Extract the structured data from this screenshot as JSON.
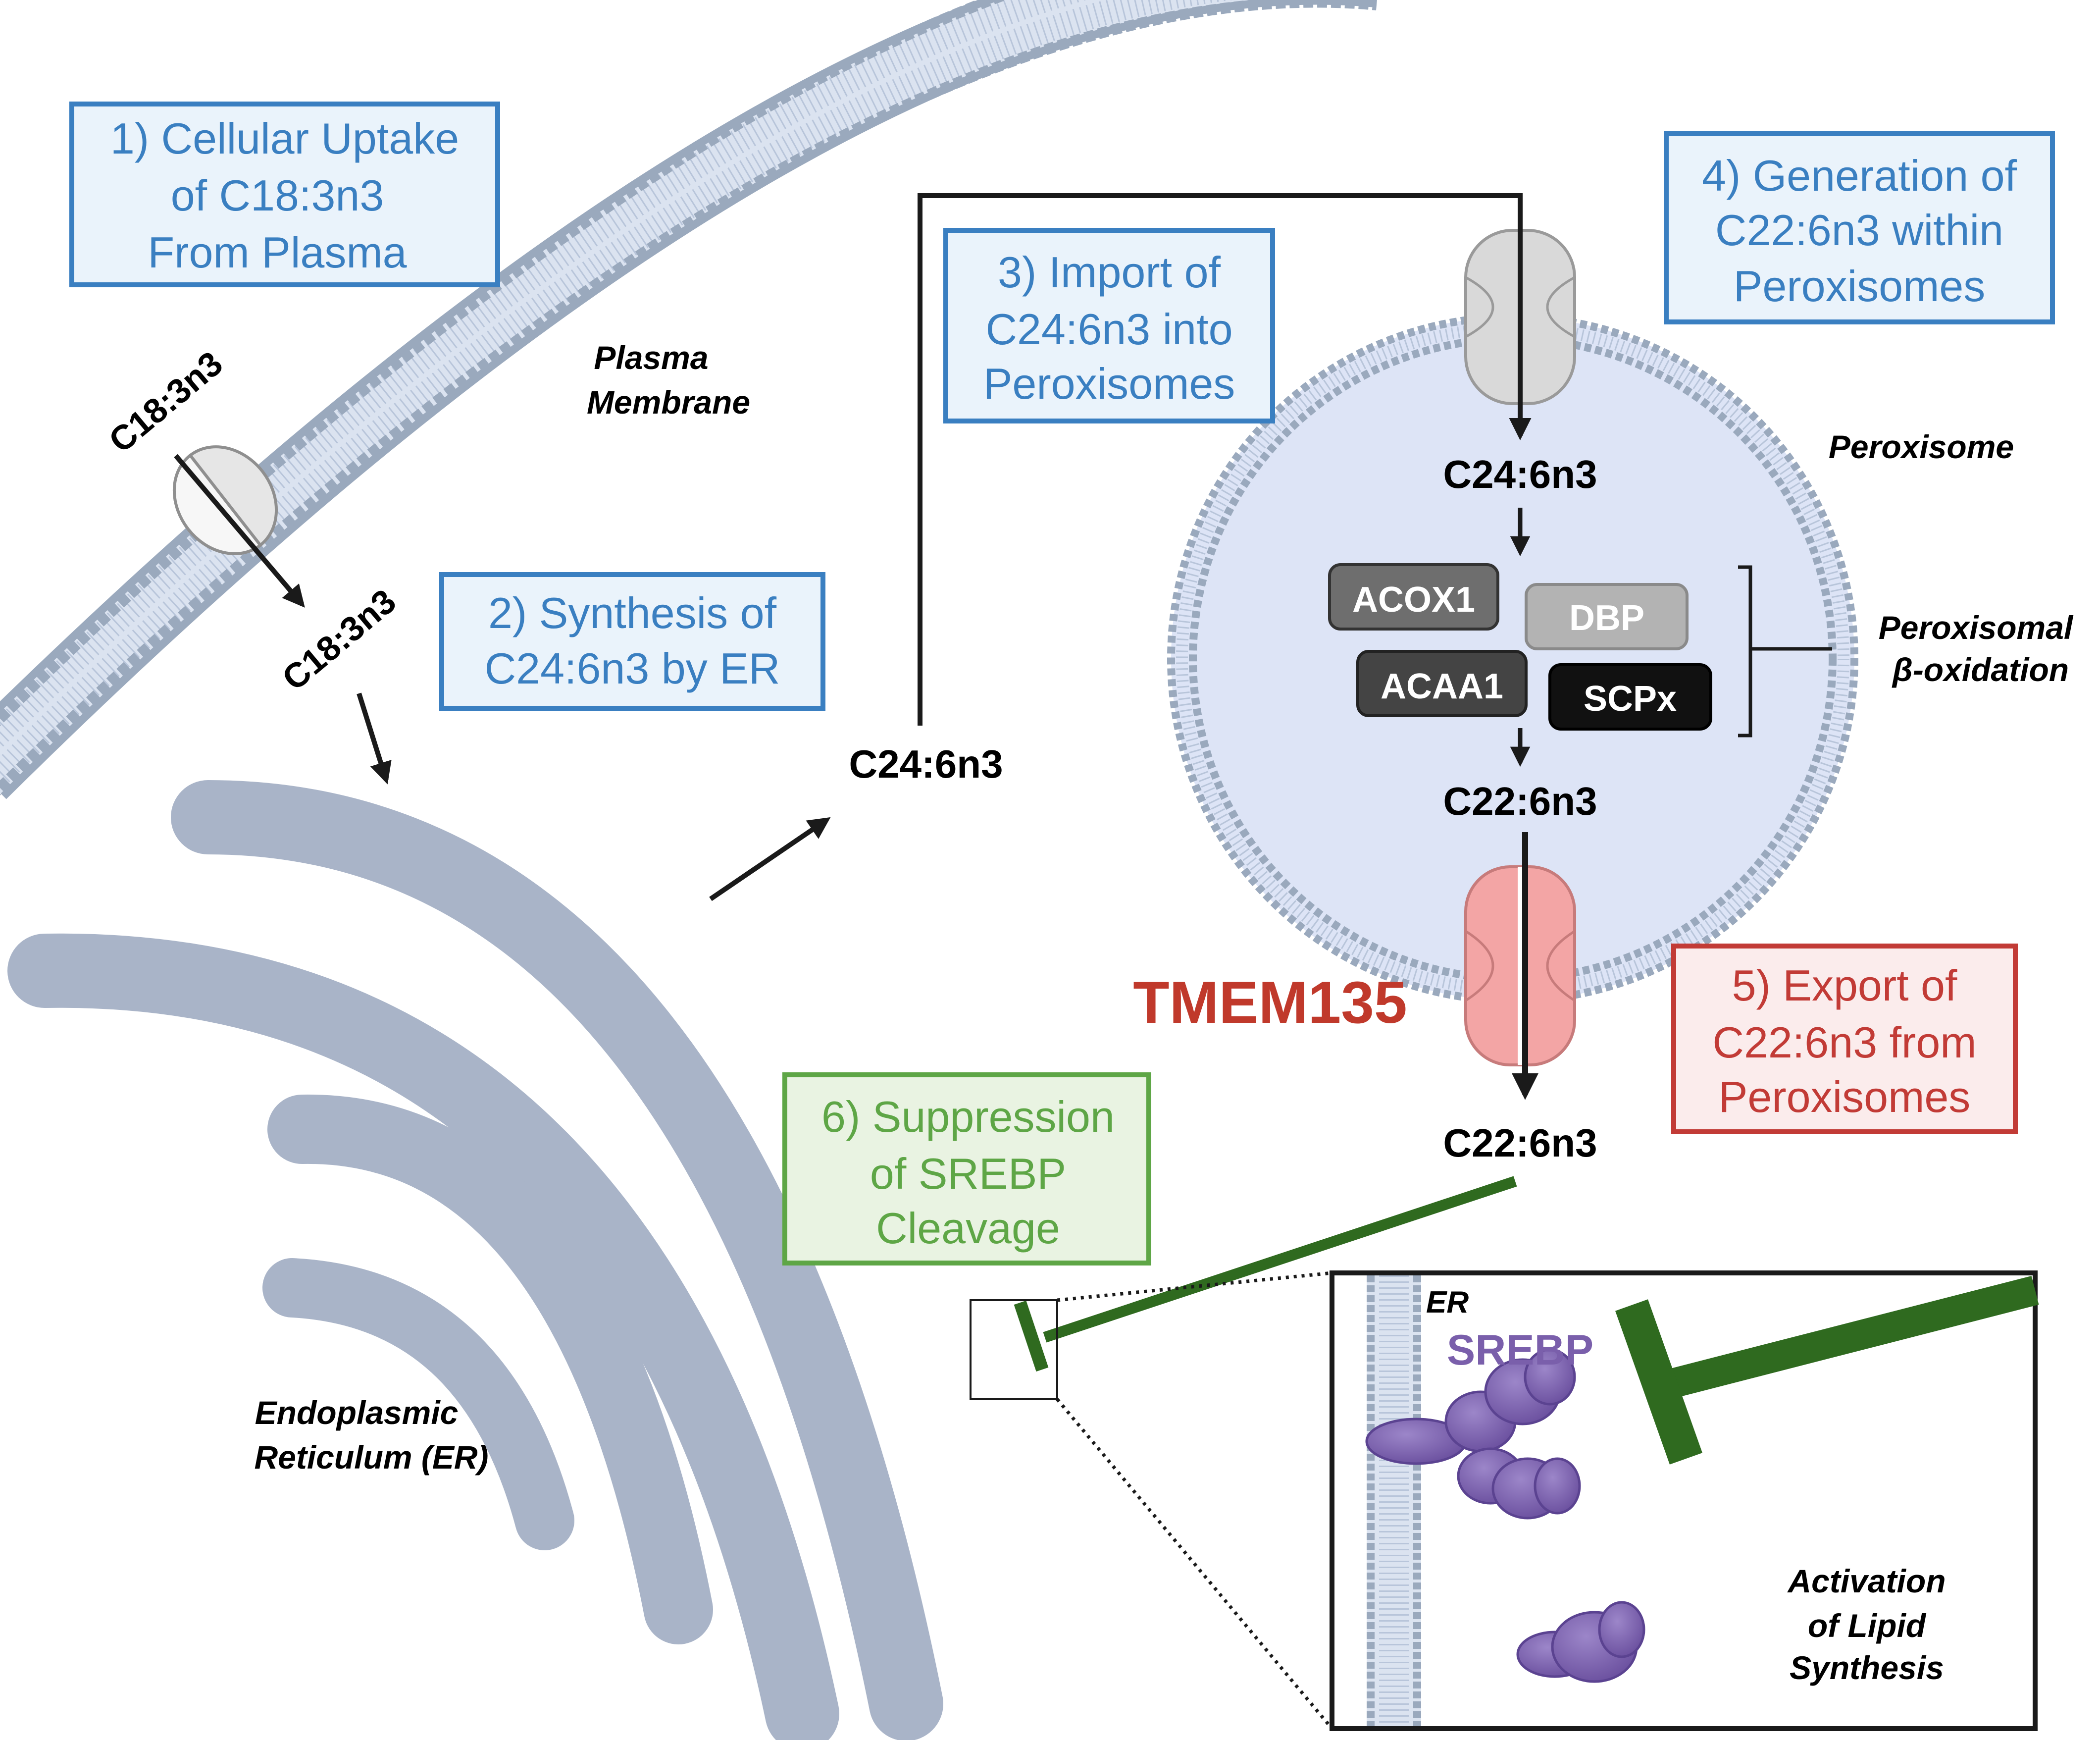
{
  "steps": {
    "s1": [
      "1) Cellular Uptake",
      "of C18:3n3",
      "From Plasma"
    ],
    "s2": [
      "2) Synthesis of",
      "C24:6n3 by ER"
    ],
    "s3": [
      "3) Import of",
      "C24:6n3 into",
      "Peroxisomes"
    ],
    "s4": [
      "4) Generation of",
      "C22:6n3 within",
      "Peroxisomes"
    ],
    "s5": [
      "5) Export of",
      "C22:6n3 from",
      "Peroxisomes"
    ],
    "s6": [
      "6) Suppression",
      "of SREBP",
      "Cleavage"
    ]
  },
  "labels": {
    "plasma_membrane": [
      "Plasma",
      "Membrane"
    ],
    "peroxisome": "Peroxisome",
    "beta_oxidation": [
      "Peroxisomal",
      "β-oxidation"
    ],
    "er": [
      "Endoplasmic",
      "Reticulum (ER)"
    ],
    "tmem135": "TMEM135",
    "inset_er": "ER",
    "srebp": "SREBP",
    "activation": [
      "Activation",
      "of Lipid",
      "Synthesis"
    ]
  },
  "molecules": {
    "c18_outside": "C18:3n3",
    "c18_inside": "C18:3n3",
    "c24_er": "C24:6n3",
    "c24_perox": "C24:6n3",
    "c22_perox": "C22:6n3",
    "c22_out": "C22:6n3"
  },
  "enzymes": {
    "acox1": "ACOX1",
    "dbp": "DBP",
    "acaa1": "ACAA1",
    "scpx": "SCPx"
  },
  "colors": {
    "blue_text": "#3a7fc1",
    "blue_fill": "#eaf3fb",
    "red_text": "#c23b36",
    "red_fill": "#fbecec",
    "green_text": "#5ea646",
    "green_fill": "#e9f3e2",
    "green_inhibit": "#2f6a1f",
    "tmem135_text": "#c0392b",
    "membrane": "#9aa9bd",
    "er_fill": "#a9b4c8",
    "peroxisome_fill": "#dde4f6",
    "srebp": "#7a5fab"
  }
}
